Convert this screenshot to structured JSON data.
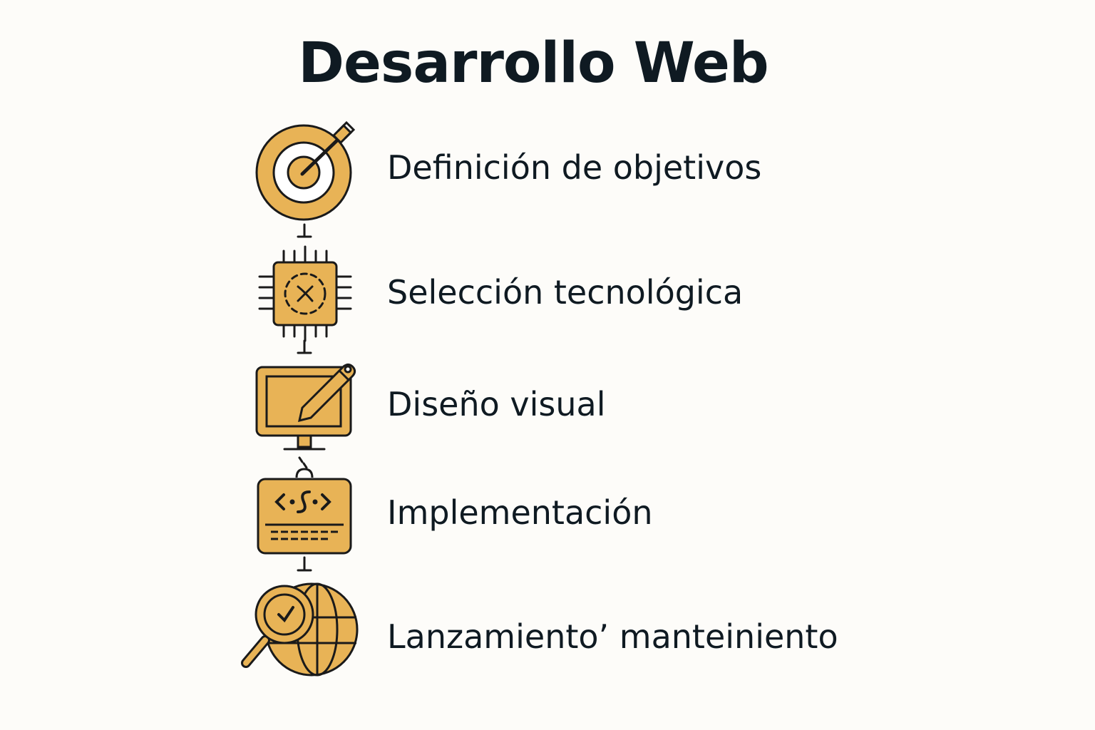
{
  "title": "Desarrollo Web",
  "colors": {
    "accent": "#e8b356",
    "stroke": "#1a1a1a",
    "background": "#fdfcf9",
    "text": "#0f1a22"
  },
  "steps": [
    {
      "label": "Definición de objetivos",
      "icon": "target-icon"
    },
    {
      "label": "Selección tecnológica",
      "icon": "chip-icon"
    },
    {
      "label": "Diseño visual",
      "icon": "monitor-pencil-icon"
    },
    {
      "label": "Implementación",
      "icon": "code-window-icon"
    },
    {
      "label": "Lanzamiento’ manteiniento",
      "icon": "globe-magnifier-icon"
    }
  ]
}
